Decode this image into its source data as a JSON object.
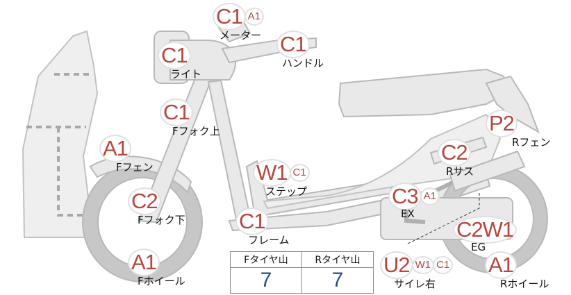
{
  "colors": {
    "code": "#b5473e",
    "part_fill": "#e9e9e9",
    "part_stroke": "#b8b8b8",
    "value": "#2a4a8c"
  },
  "callouts": {
    "meter": {
      "main": "C1",
      "small": "A1",
      "label": "メーター"
    },
    "handle": {
      "main": "C1",
      "small": "",
      "label": "ハンドル"
    },
    "light": {
      "main": "C1",
      "small": "",
      "label": "ライト"
    },
    "ffork_upper": {
      "main": "C1",
      "small": "",
      "label": "Fフォク上"
    },
    "ffender": {
      "main": "A1",
      "small": "",
      "label": "Fフェン"
    },
    "ffork_lower": {
      "main": "C2",
      "small": "",
      "label": "Fフォク下"
    },
    "fwheel": {
      "main": "A1",
      "small": "",
      "label": "Fホイール"
    },
    "step": {
      "main": "W1",
      "small": "C1",
      "label": "ステップ"
    },
    "frame": {
      "main": "C1",
      "small": "",
      "label": "フレーム"
    },
    "rfender": {
      "main": "P2",
      "small": "",
      "label": "Rフェン"
    },
    "rsus": {
      "main": "C2",
      "small": "",
      "label": "Rサス"
    },
    "ex": {
      "main": "C3",
      "small": "A1",
      "label": "EX"
    },
    "eg": {
      "main": "C2W1",
      "small": "",
      "label": "EG"
    },
    "rwheel": {
      "main": "A1",
      "small": "",
      "label": "Rホイール"
    },
    "muffler_r": {
      "main": "U2",
      "small": "W1",
      "small2": "C1",
      "label": "サイレ右"
    }
  },
  "tread": {
    "front_label": "Fタイヤ山",
    "rear_label": "Rタイヤ山",
    "front_value": "7",
    "rear_value": "7"
  }
}
